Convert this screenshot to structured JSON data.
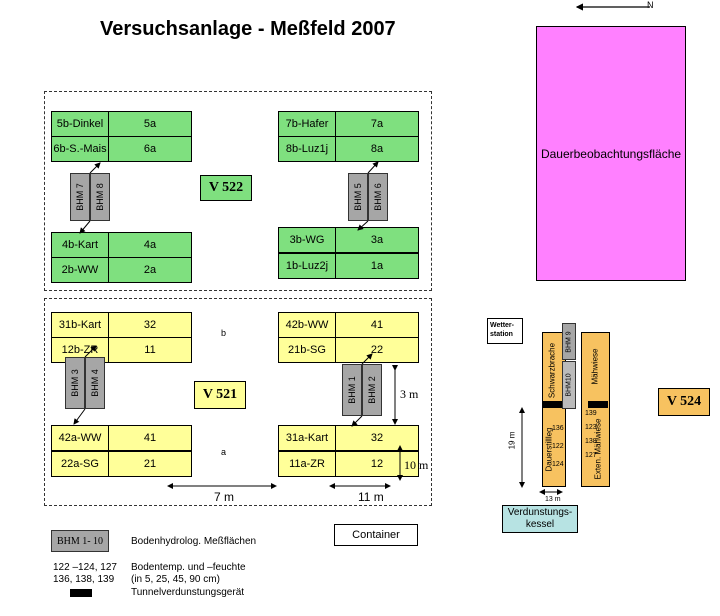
{
  "title": "Versuchsanlage - Meßfeld 2007",
  "north": "N",
  "dauer": "Dauerbeobachtungsfläche",
  "v522": "V 522",
  "v521": "V 521",
  "v524": "V 524",
  "plots_522": [
    {
      "name": "5b-Dinkel",
      "code": "5a"
    },
    {
      "name": "6b-S.-Mais",
      "code": "6a"
    },
    {
      "name": "4b-Kart",
      "code": "4a"
    },
    {
      "name": "2b-WW",
      "code": "2a"
    },
    {
      "name": "7b-Hafer",
      "code": "7a"
    },
    {
      "name": "8b-Luz1j",
      "code": "8a"
    },
    {
      "name": "3b-WG",
      "code": "3a"
    },
    {
      "name": "1b-Luz2j",
      "code": "1a"
    }
  ],
  "plots_521": [
    {
      "name": "31b-Kart",
      "code": "32"
    },
    {
      "name": "12b-ZR",
      "code": "11"
    },
    {
      "name": "42a-WW",
      "code": "41"
    },
    {
      "name": "22a-SG",
      "code": "21"
    },
    {
      "name": "42b-WW",
      "code": "41"
    },
    {
      "name": "21b-SG",
      "code": "22"
    },
    {
      "name": "31a-Kart",
      "code": "32"
    },
    {
      "name": "11a-ZR",
      "code": "12"
    }
  ],
  "bhm": [
    "BHM 7",
    "BHM 8",
    "BHM 5",
    "BHM 6",
    "BHM 3",
    "BHM 4",
    "BHM 1",
    "BHM 2",
    "BHM 9",
    "BHM10"
  ],
  "row_b": "b",
  "row_a": "a",
  "dim_3m": "3 m",
  "dim_10m": "10 m",
  "dim_7m": "7 m",
  "dim_11m": "11 m",
  "dim_19m": "19 m",
  "dim_13m": "13 m",
  "wetter": "Wetter-\nstation",
  "verdunstung": "Verdunstungs-\nkessel",
  "v524_left_top": "Schwarzbrache",
  "v524_left_bottom": "Dauerstillleg",
  "v524_right_top": "Mähwiese",
  "v524_right_bottom": "Exten. Mähwiese",
  "v524_nums_left": [
    "136",
    "122",
    "124"
  ],
  "v524_nums_right": [
    "139",
    "123",
    "138",
    "127"
  ],
  "legend": {
    "bhm_box": "BHM 1- 10",
    "bhm_text": "Bodenhydrolog. Meßflächen",
    "nums_line1": "122 –124, 127",
    "nums_line2": "136, 138, 139",
    "temp_line1": "Bodentemp. und –feuchte",
    "temp_line2": "(in 5, 25, 45, 90 cm)",
    "tunnel": "Tunnelverdunstungsgerät",
    "container": "Container"
  }
}
